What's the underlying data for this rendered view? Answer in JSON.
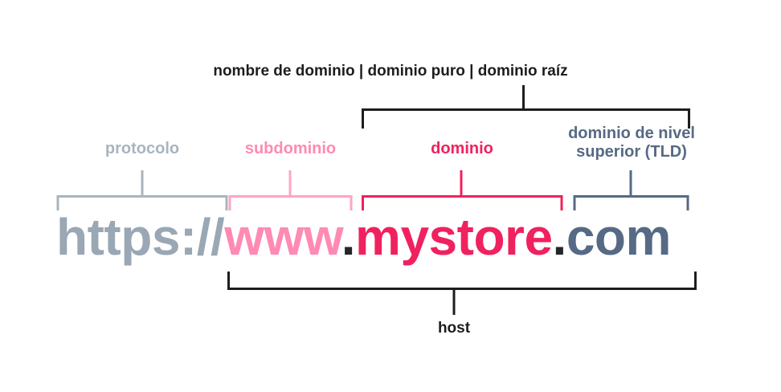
{
  "diagram": {
    "title_label": "nombre de dominio | dominio puro | dominio raíz",
    "host_label": "host",
    "url": {
      "protocol": "https://",
      "subdomain": "www",
      "dot1": ".",
      "domain": "mystore",
      "dot2": ".",
      "tld": "com",
      "full": "https://www.mystore.com"
    },
    "parts": [
      {
        "key": "protocolo",
        "label": "protocolo",
        "color": "#aab4be"
      },
      {
        "key": "subdominio",
        "label": "subdominio",
        "color": "#ff8ab4"
      },
      {
        "key": "dominio",
        "label": "dominio",
        "color": "#f0215f"
      },
      {
        "key": "tld",
        "label_line1": "dominio de nivel",
        "label_line2": "superior (TLD)",
        "color": "#566a85"
      }
    ],
    "colors": {
      "protocol_text": "#9aa7b4",
      "protocol_bracket": "#aab4be",
      "subdomain": "#ff8ab4",
      "domain": "#f0215f",
      "tld": "#566a85",
      "separator_dot": "#24262b",
      "black": "#1d1d1f",
      "background": "#ffffff"
    }
  }
}
